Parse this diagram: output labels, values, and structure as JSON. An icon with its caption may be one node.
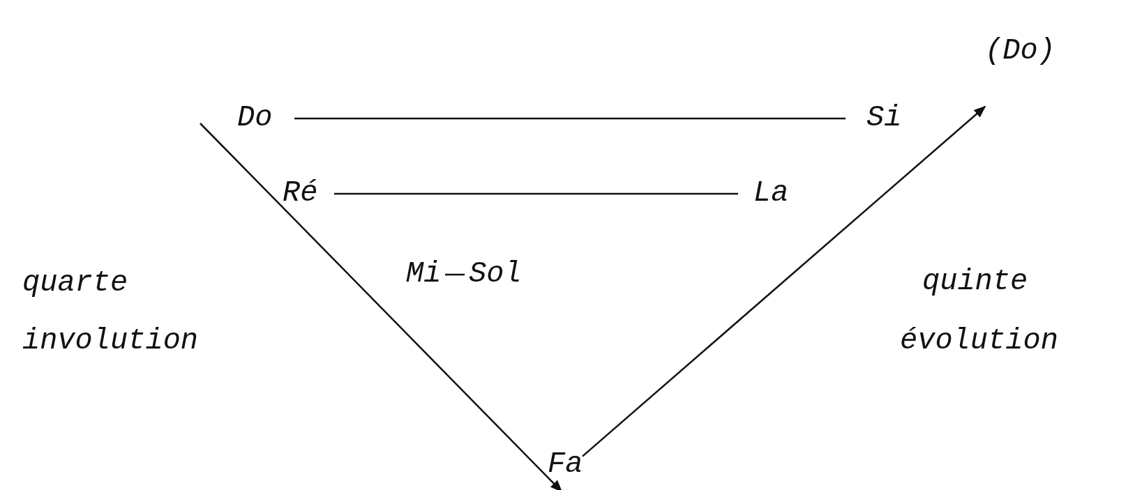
{
  "diagram": {
    "nodes": [
      {
        "text": [
          "Do"
        ]
      },
      {
        "text": [
          "Si"
        ]
      },
      {
        "text": [
          "Ré"
        ]
      },
      {
        "text": [
          "La"
        ]
      },
      {
        "text": [
          "Mi"
        ]
      },
      {
        "text": [
          "Sol"
        ]
      },
      {
        "text": [
          "Fa"
        ]
      },
      {
        "text": [
          "(Do)"
        ]
      }
    ],
    "edges": [
      {
        "from": 0,
        "to": 1,
        "arrow": "none"
      },
      {
        "from": 2,
        "to": 3,
        "arrow": "none"
      },
      {
        "from": 4,
        "to": 5,
        "arrow": "none"
      },
      {
        "from": null,
        "to": 6,
        "arrow": "to"
      },
      {
        "from": 6,
        "to": 7,
        "arrow": "to"
      }
    ],
    "labels": [
      "quarte",
      "quinte",
      "involution",
      "évolution"
    ]
  }
}
